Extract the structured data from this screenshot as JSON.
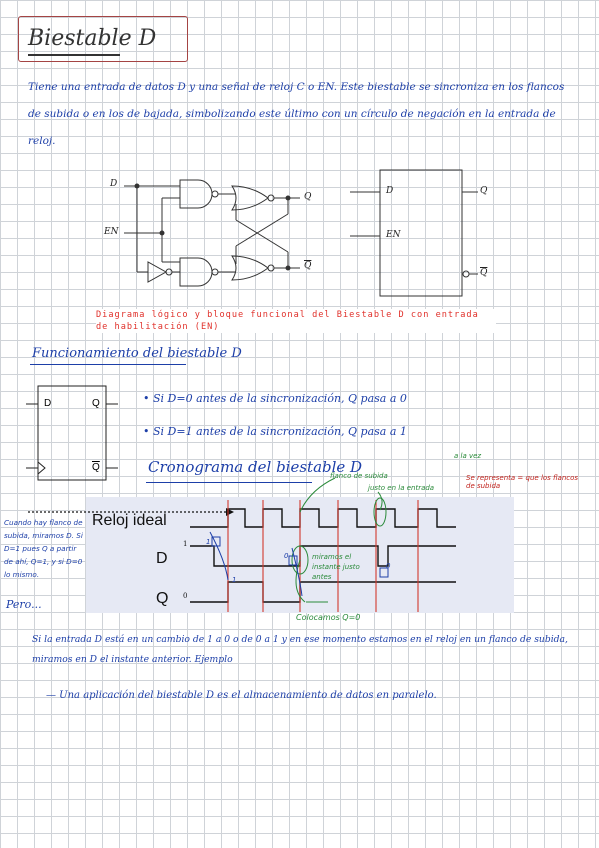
{
  "title": "Biestable D",
  "intro": "Tiene una entrada de datos D y una señal de reloj C o EN. Este biestable se sincroniza en los flancos de subida o en los de bajada, simbolizando este último con un círculo de negación en la entrada de reloj.",
  "diagram": {
    "label_d": "D",
    "label_en": "EN",
    "label_q": "Q",
    "label_qbar": "Q",
    "block_d": "D",
    "block_en": "EN",
    "block_q": "Q",
    "block_qbar": "Q"
  },
  "caption": "Diagrama lógico y bloque funcional del Biestable D con entrada de habilitación (EN)",
  "section_title": "Funcionamiento del biestable D",
  "small_block": {
    "d": "D",
    "q": "Q",
    "qbar": "Q"
  },
  "bullets": [
    "• Si D=0 antes de la sincronización, Q pasa a 0",
    "• Si D=1 antes de la sincronización, Q pasa a 1"
  ],
  "chrono_title": "Cronograma del biestable D",
  "annotations": {
    "flanco": "flanco de subida",
    "flanco_sub": "justo en la entrada",
    "a_la_vez": "a la vez",
    "red_note": "Se representa = que los flancos de subida",
    "left_note": "Cuando hay flanco de subida, miramos D. Si D=1 pues Q a partir de ahí, Q=1, y si D=0 lo mismo.",
    "pero": "Pero...",
    "miramos": "miramos el instante justo antes",
    "colocamos": "Colocamos Q=0",
    "one_a": "1",
    "one_b": "1",
    "zero_a": "0",
    "zero_b": "0"
  },
  "signals": {
    "clock": "Reloj ideal",
    "d": "D",
    "q": "Q",
    "d_level": "1",
    "q_level": "0"
  },
  "bottom_text": "Si la entrada D está en un cambio de 1 a 0 o de 0 a 1 y en ese momento estamos en el reloj en un flanco de subida, miramos en D el instante anterior. Ejemplo",
  "last_text": "— Una aplicación del biestable D es el almacenamiento de datos en paralelo.",
  "colors": {
    "ink": "#1d3fa8",
    "red": "#e0302a",
    "green": "#2a8a3a",
    "panel": "#e6e9f4"
  }
}
